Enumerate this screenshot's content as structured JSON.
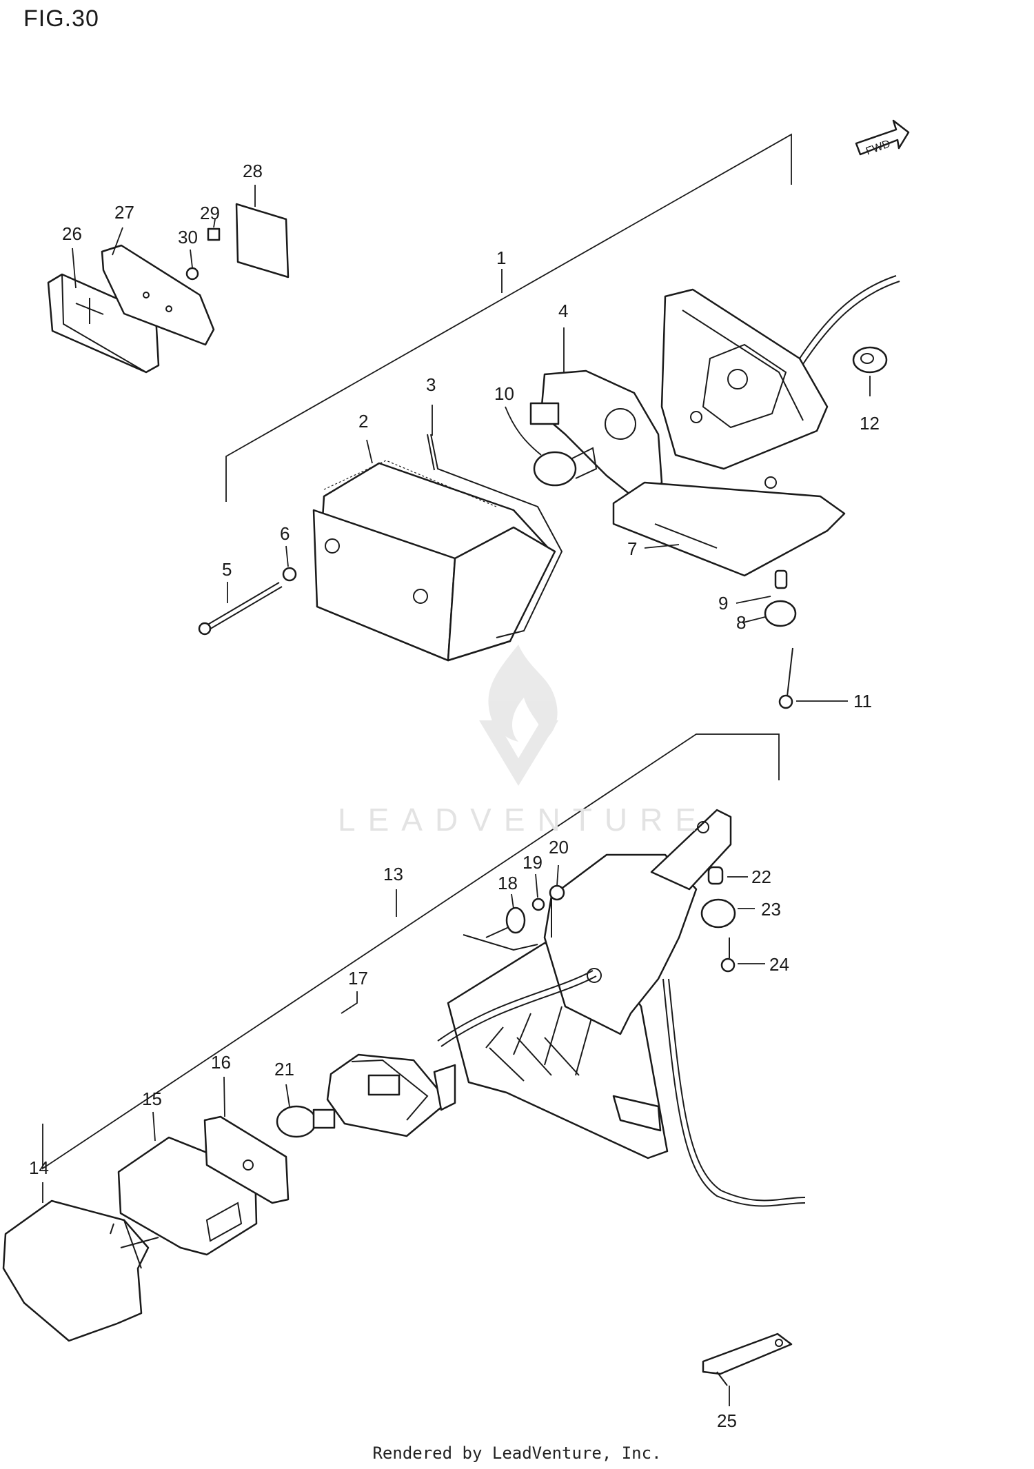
{
  "figure_label": "FIG.30",
  "direction_badge": "FWD",
  "footer_text": "Rendered by LeadVenture, Inc.",
  "watermark_text": "LEADVENTURE",
  "callouts": {
    "c1": "1",
    "c2": "2",
    "c3": "3",
    "c4": "4",
    "c5": "5",
    "c6": "6",
    "c7": "7",
    "c8": "8",
    "c9": "9",
    "c10": "10",
    "c11": "11",
    "c12": "12",
    "c13": "13",
    "c14": "14",
    "c15": "15",
    "c16": "16",
    "c17": "17",
    "c18": "18",
    "c19": "19",
    "c20": "20",
    "c21": "21",
    "c22": "22",
    "c23": "23",
    "c24": "24",
    "c25": "25",
    "c26": "26",
    "c27": "27",
    "c28": "28",
    "c29": "29",
    "c30": "30"
  }
}
